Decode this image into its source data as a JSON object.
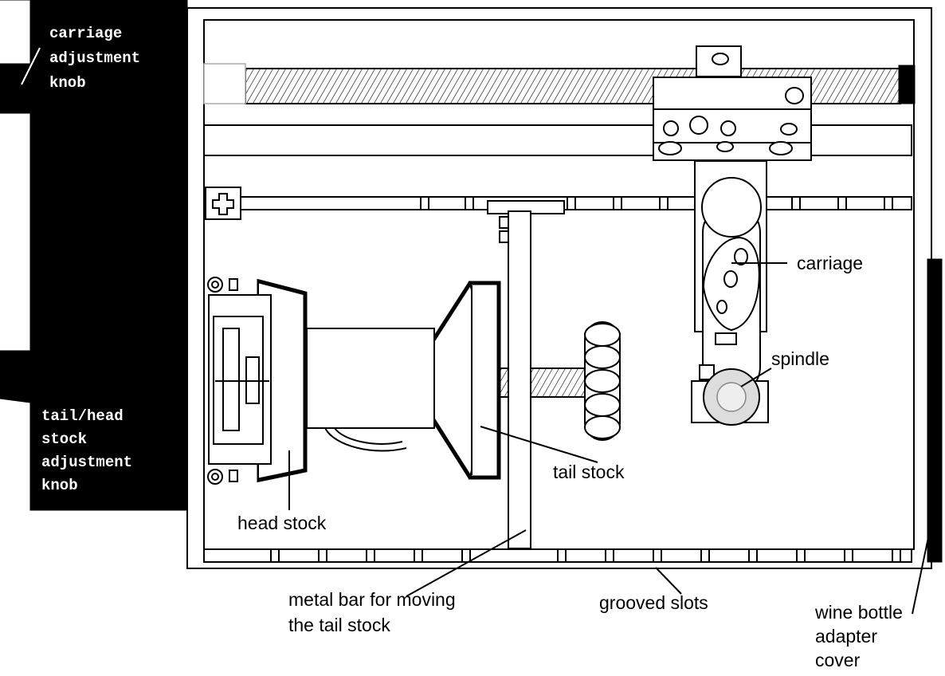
{
  "labels": {
    "carriage_knob": [
      "carriage",
      "adjustment",
      "knob"
    ],
    "tailhead_knob": [
      "tail/head",
      "stock",
      "adjustment",
      "knob"
    ],
    "carriage": "carriage",
    "spindle": "spindle",
    "tail_stock": "tail stock",
    "head_stock": "head stock",
    "metal_bar": [
      "metal bar for moving",
      "the tail stock"
    ],
    "grooved_slots": "grooved slots",
    "wine_cover": [
      "wine bottle",
      "adapter",
      "cover"
    ]
  },
  "colors": {
    "line": "#000000",
    "background": "#ffffff",
    "spindle_fill": "#dddddd"
  }
}
